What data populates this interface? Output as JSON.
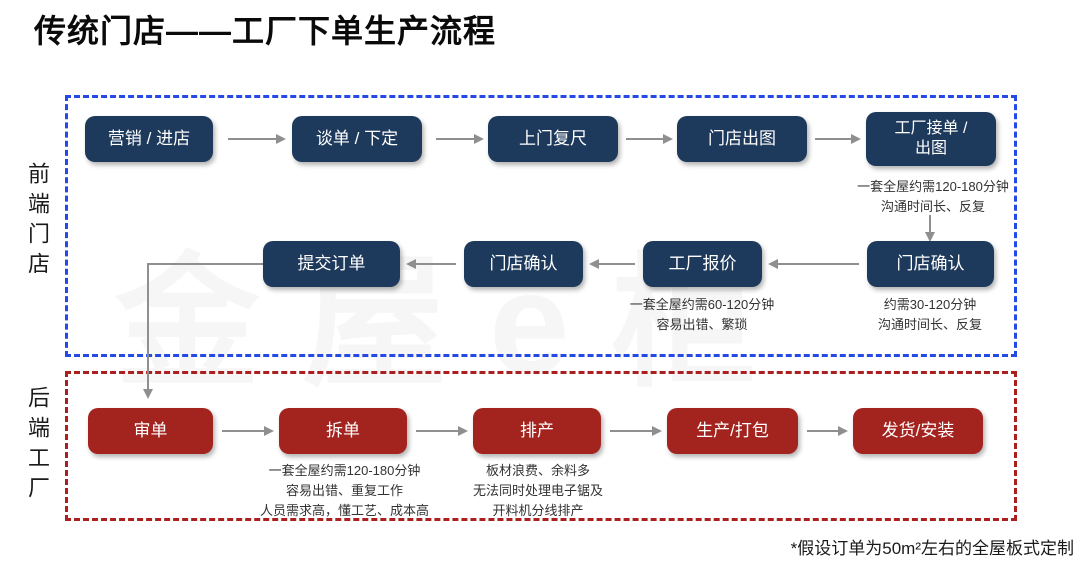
{
  "title": "传统门店——工厂下单生产流程",
  "watermark": "金屋e柜",
  "footnote": "*假设订单为50m²左右的全屋板式定制",
  "colors": {
    "navy_box": "#1d3a5c",
    "red_box": "#a3231e",
    "front_zone_border": "#2449e6",
    "back_zone_border": "#ab1f1f",
    "arrow": "#8f8f8f"
  },
  "front": {
    "label": "前端门店",
    "row1": [
      "营销 / 进店",
      "谈单 / 下定",
      "上门复尺",
      "门店出图",
      "工厂接单 /\n出图"
    ],
    "row2": [
      "提交订单",
      "门店确认",
      "工厂报价",
      "门店确认"
    ],
    "notes": {
      "factory_receive": [
        "一套全屋约需120-180分钟",
        "沟通时间长、反复"
      ],
      "factory_quote": [
        "一套全屋约需60-120分钟",
        "容易出错、繁琐"
      ],
      "store_confirm": [
        "约需30-120分钟",
        "沟通时间长、反复"
      ]
    }
  },
  "back": {
    "label": "后端工厂",
    "row": [
      "审单",
      "拆单",
      "排产",
      "生产/打包",
      "发货/安装"
    ],
    "notes": {
      "split_order": [
        "一套全屋约需120-180分钟",
        "容易出错、重复工作",
        "人员需求高，懂工艺、成本高"
      ],
      "scheduling": [
        "板材浪费、余料多",
        "无法同时处理电子锯及",
        "开料机分线排产"
      ]
    }
  }
}
